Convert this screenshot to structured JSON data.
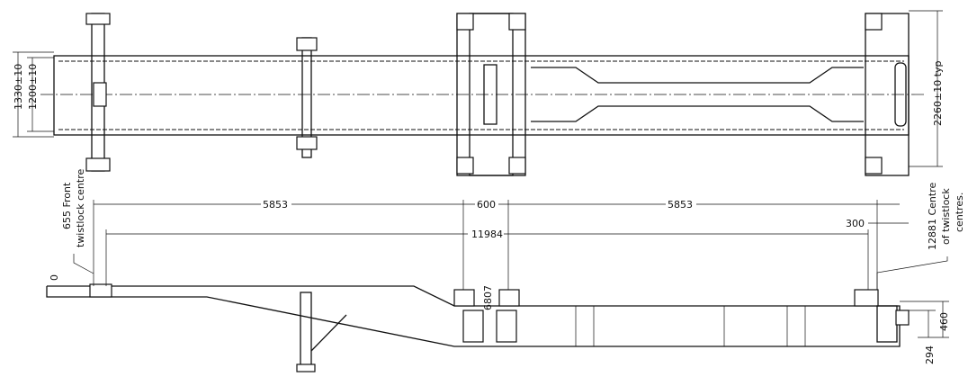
{
  "plan_view": {
    "dim_overall_width": "1330±10",
    "dim_inner_width": "1200±10",
    "dim_twistlock_width": "2260±10 typ"
  },
  "side_view": {
    "front_twistlock_line1": "655 Front",
    "front_twistlock_line2": "twistlock centre",
    "datum_zero": "0",
    "dim_front_span": "5853",
    "dim_middle_gap": "600",
    "dim_rear_span": "5853",
    "dim_overall_twistlock": "11984",
    "dim_rear_offset": "300",
    "dim_middle_twistlock": "6807",
    "rear_centre_line1": "12881 Centre",
    "rear_centre_line2": "of twistlock",
    "rear_centre_line3": "centres.",
    "dim_height_upper": "460",
    "dim_height_lower": "294"
  }
}
